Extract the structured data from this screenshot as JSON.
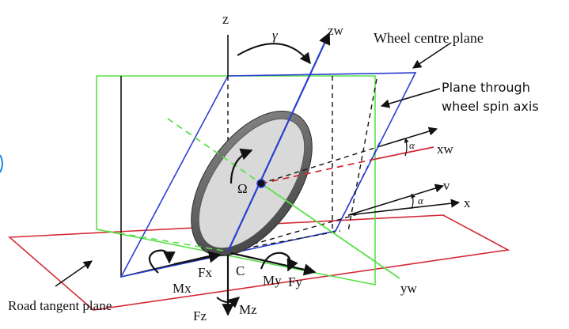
{
  "colors": {
    "road_plane": "#d42a36",
    "wheel_centre_plane": "#2a3fd1",
    "spin_axis_plane": "#5be04a",
    "ink": "#111111",
    "tyre": "#5c5c5c",
    "wheel_fill": "#d9d9d9",
    "side_mark": "#1e88e5"
  },
  "labels": {
    "z": "z",
    "zw": "zw",
    "gamma": "γ",
    "wheel_centre_plane": "Wheel centre plane",
    "spin_plane_line1": "Plane through",
    "spin_plane_line2": "wheel spin axis",
    "alpha_upper": "α",
    "xw": "xw",
    "v": "v",
    "alpha_lower": "α",
    "x": "x",
    "omega": "Ω",
    "fx": "Fx",
    "c": "C",
    "mx": "Mx",
    "my": "My",
    "fy": "Fy",
    "yw": "yw",
    "road_tangent_plane": "Road tangent plane",
    "fz": "Fz",
    "mz": "Mz"
  }
}
